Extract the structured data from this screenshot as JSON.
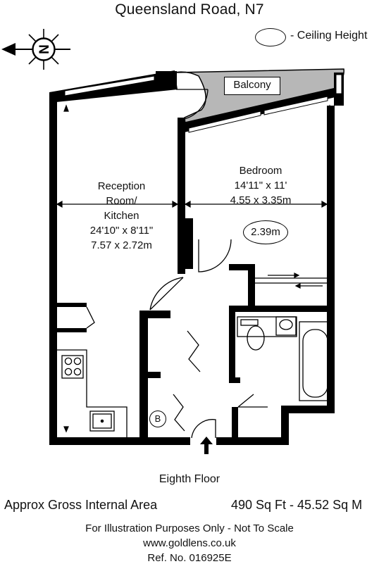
{
  "header": {
    "title": "Queensland Road, N7"
  },
  "legend": {
    "ceiling_label": "- Ceiling Height"
  },
  "compass": {
    "letter": "N"
  },
  "rooms": {
    "balcony": {
      "name": "Balcony"
    },
    "bedroom": {
      "name": "Bedroom",
      "imperial": "14'11\" x 11'",
      "metric": "4.55 x 3.35m",
      "ceiling": "2.39m"
    },
    "reception": {
      "line1": "Reception",
      "line2": "Room/",
      "line3": "Kitchen",
      "imperial": "24'10\" x 8'11\"",
      "metric": "7.57 x 2.72m"
    },
    "boiler": {
      "letter": "B"
    }
  },
  "footer": {
    "floor": "Eighth Floor",
    "area_label": "Approx Gross Internal Area",
    "area_value": "490 Sq Ft  -  45.52 Sq M",
    "disclaimer": "For Illustration Purposes Only - Not To Scale",
    "website": "www.goldlens.co.uk",
    "ref": "Ref. No. 016925E"
  },
  "colors": {
    "wall": "#000000",
    "balcony_fill": "#b7b7b7"
  }
}
